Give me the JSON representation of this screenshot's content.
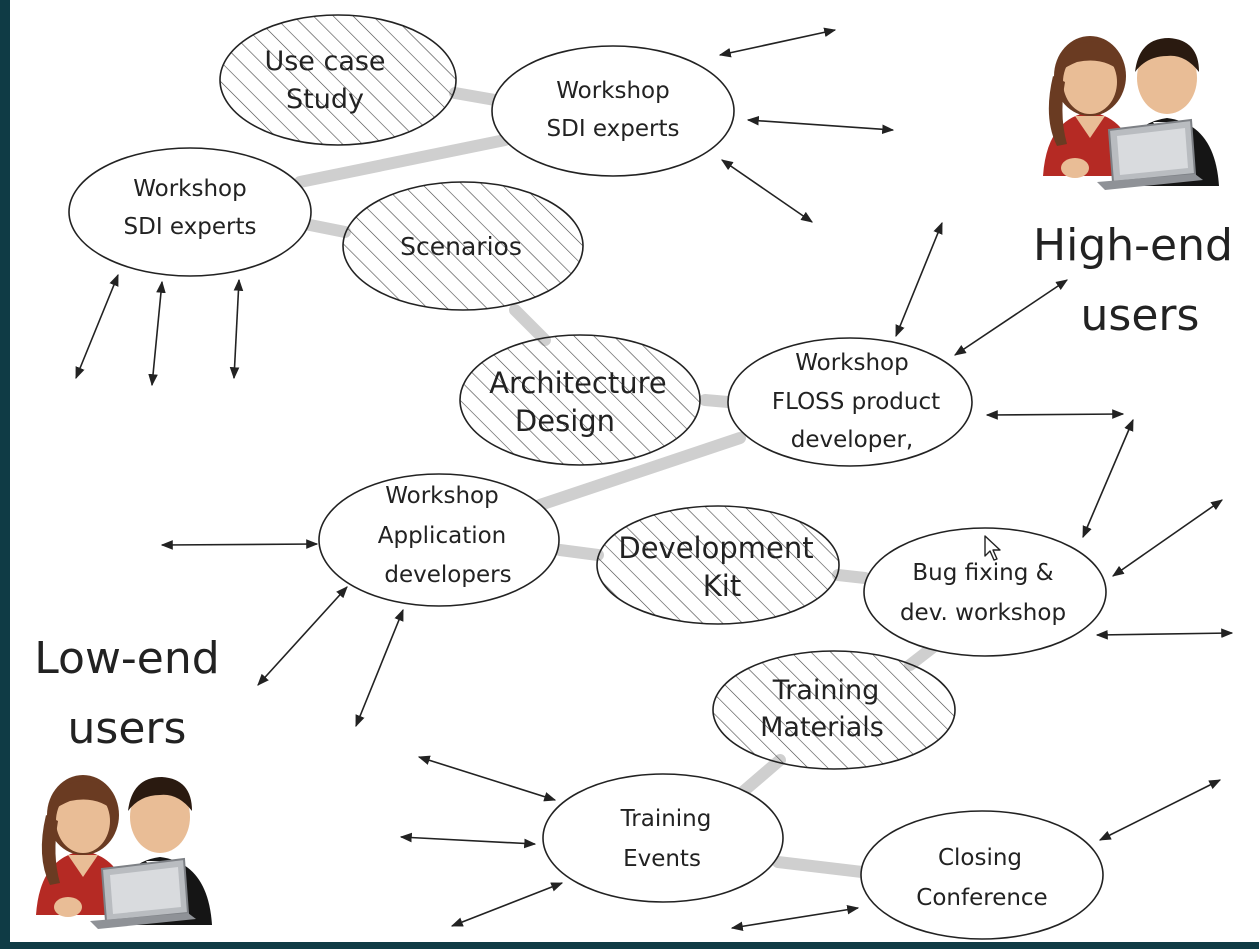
{
  "colors": {
    "frame": "#0f3b45",
    "canvas": "#ffffff",
    "ink": "#222222",
    "connector": "#cfcfcf",
    "hatch": "#444444",
    "skin": "#e9bd96",
    "hair": "#6a3b22",
    "red_shirt": "#b52a24",
    "black_suit": "#151515",
    "laptop": "#b9bcc0"
  },
  "nodes": {
    "use_case_study": [
      "Use case",
      "Study"
    ],
    "workshop_sdi_top": [
      "Workshop",
      "SDI experts"
    ],
    "workshop_sdi_left": [
      "Workshop",
      "SDI experts"
    ],
    "scenarios": [
      "Scenarios"
    ],
    "architecture_design": [
      "Architecture",
      "Design"
    ],
    "workshop_floss": [
      "Workshop",
      "FLOSS product",
      "developer,"
    ],
    "workshop_app_dev": [
      "Workshop",
      "Application",
      "developers"
    ],
    "development_kit": [
      "Development",
      "Kit"
    ],
    "bug_fixing": [
      "Bug fixing &",
      "dev. workshop"
    ],
    "training_materials": [
      "Training",
      "Materials"
    ],
    "training_events": [
      "Training",
      "Events"
    ],
    "closing_conference": [
      "Closing",
      "Conference"
    ]
  },
  "user_groups": {
    "high_end": [
      "High-end",
      "users"
    ],
    "low_end": [
      "Low-end",
      "users"
    ]
  },
  "icons": {
    "users_pair": "users-pair-icon",
    "cursor": "mouse-cursor-icon"
  }
}
